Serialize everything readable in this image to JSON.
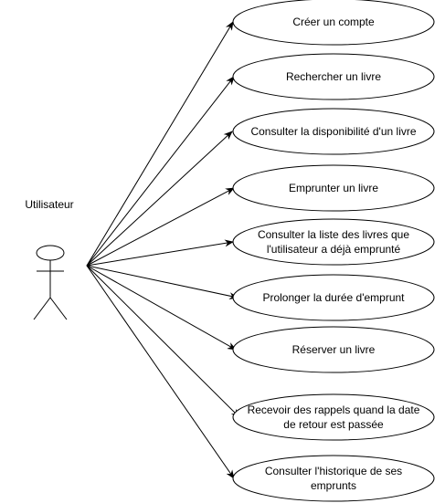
{
  "actor": {
    "label": "Utilisateur"
  },
  "use_cases": [
    {
      "label": "Créer un compte"
    },
    {
      "label": "Rechercher un livre"
    },
    {
      "label": "Consulter la disponibilité d'un livre"
    },
    {
      "label": "Emprunter un livre"
    },
    {
      "label": "Consulter la liste des livres que l'utilisateur a déjà emprunté"
    },
    {
      "label": "Prolonger la durée d'emprunt"
    },
    {
      "label": "Réserver un livre"
    },
    {
      "label": "Recevoir des rappels quand la date de retour est passée"
    },
    {
      "label": "Consulter l'historique de ses emprunts"
    }
  ],
  "colors": {
    "stroke": "#000000",
    "fill": "#ffffff",
    "text": "#000000"
  }
}
